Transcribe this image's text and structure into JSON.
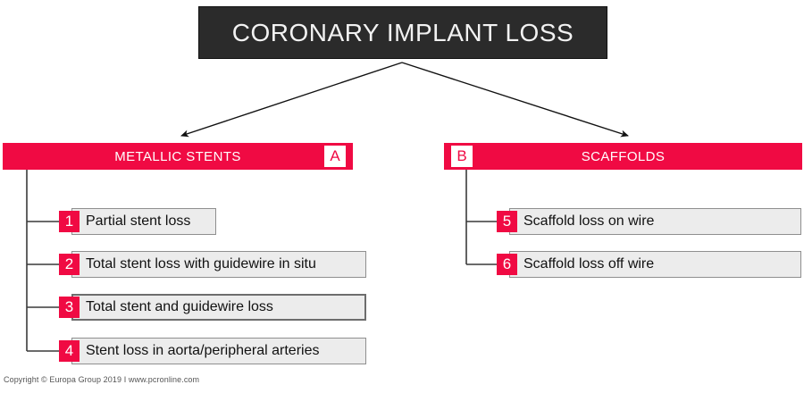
{
  "diagram": {
    "title": "CORONARY IMPLANT LOSS",
    "branches": [
      {
        "badge": "A",
        "label": "METALLIC STENTS",
        "items": [
          {
            "number": "1",
            "label": "Partial stent loss"
          },
          {
            "number": "2",
            "label": "Total stent loss with guidewire in situ"
          },
          {
            "number": "3",
            "label": "Total stent and guidewire loss"
          },
          {
            "number": "4",
            "label": "Stent loss in aorta/peripheral arteries"
          }
        ]
      },
      {
        "badge": "B",
        "label": "SCAFFOLDS",
        "items": [
          {
            "number": "5",
            "label": "Scaffold loss on wire"
          },
          {
            "number": "6",
            "label": "Scaffold loss off wire"
          }
        ]
      }
    ]
  },
  "footer": {
    "text": "Copyright © Europa Group 2019 I www.pcronline.com"
  },
  "colors": {
    "accent_red": "#f00a43",
    "title_bg": "#2b2b2b",
    "item_bg": "#ececec",
    "item_border": "#8f8f8f",
    "line": "#3a3a3a"
  }
}
